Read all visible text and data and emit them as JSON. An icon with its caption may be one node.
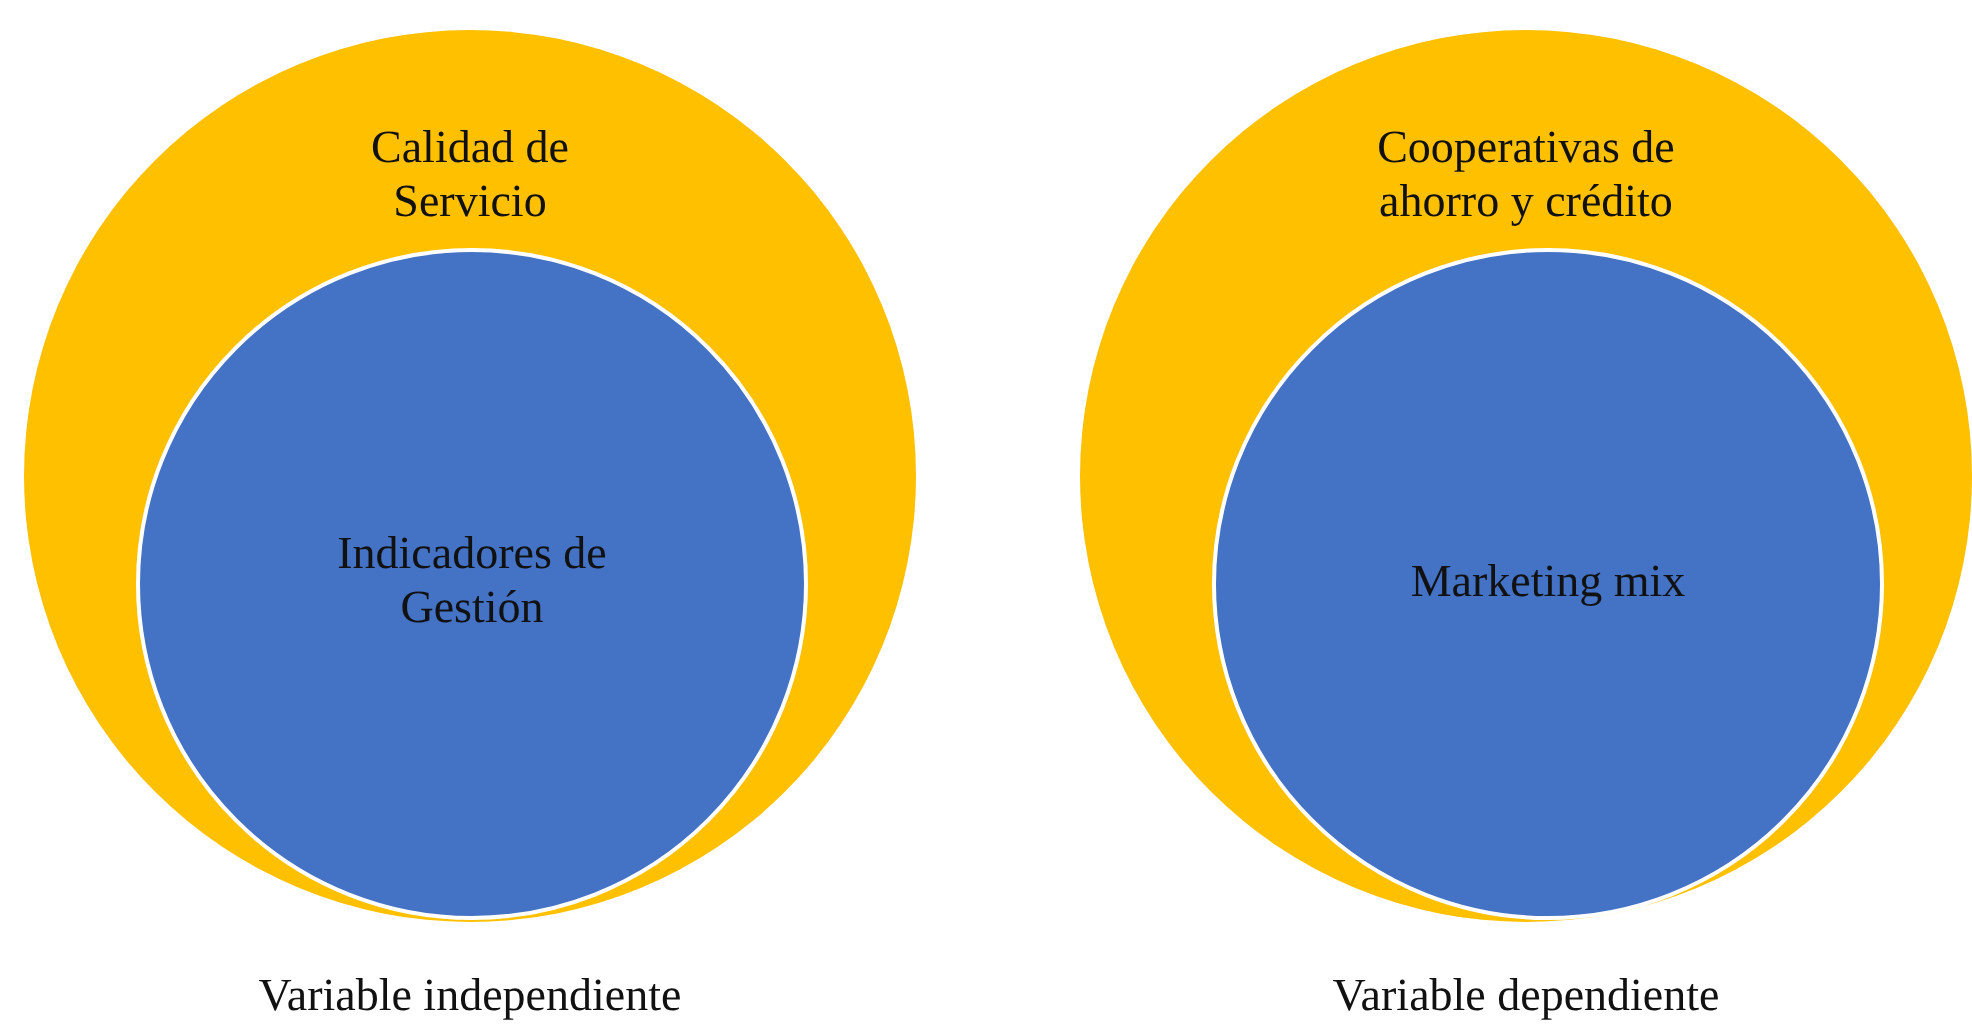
{
  "diagram": {
    "nodes": [
      {
        "text": [
          "Calidad de Servicio"
        ],
        "beside": [
          "Variable independiente"
        ]
      },
      {
        "text": [
          "Indicadores de Gestión"
        ],
        "in": 0
      },
      {
        "text": [
          "Cooperativas de ahorro y crédito"
        ],
        "beside": [
          "Variable dependiente"
        ]
      },
      {
        "text": [
          "Marketing mix"
        ],
        "in": 2
      }
    ],
    "edges": []
  }
}
